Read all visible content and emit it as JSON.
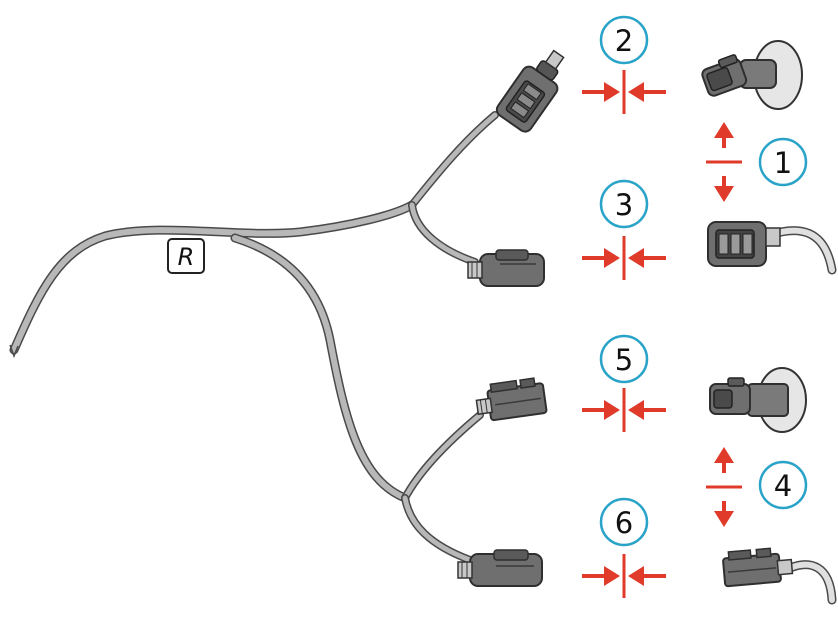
{
  "harness_label": "R",
  "steps": [
    {
      "id": "step-1",
      "number": "1",
      "kind": "separate"
    },
    {
      "id": "step-2",
      "number": "2",
      "kind": "connect"
    },
    {
      "id": "step-3",
      "number": "3",
      "kind": "connect"
    },
    {
      "id": "step-4",
      "number": "4",
      "kind": "separate"
    },
    {
      "id": "step-5",
      "number": "5",
      "kind": "connect"
    },
    {
      "id": "step-6",
      "number": "6",
      "kind": "connect"
    }
  ],
  "colors": {
    "wire": "#b0b0b0",
    "wire_outline": "#4a4a4a",
    "connector": "#6f6f6f",
    "connector_dark": "#3c3c3c",
    "accent": "#e03a2a",
    "badge": "#2aa3c8",
    "seal": "#e6e6e6"
  }
}
